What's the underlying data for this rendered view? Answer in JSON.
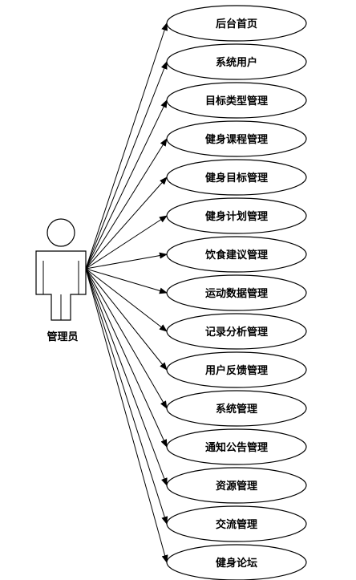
{
  "actor": {
    "label": "管理员",
    "icon": "person-icon"
  },
  "use_cases": [
    {
      "label": "后台首页"
    },
    {
      "label": "系统用户"
    },
    {
      "label": "目标类型管理"
    },
    {
      "label": "健身课程管理"
    },
    {
      "label": "健身目标管理"
    },
    {
      "label": "健身计划管理"
    },
    {
      "label": "饮食建议管理"
    },
    {
      "label": "运动数据管理"
    },
    {
      "label": "记录分析管理"
    },
    {
      "label": "用户反馈管理"
    },
    {
      "label": "系统管理"
    },
    {
      "label": "通知公告管理"
    },
    {
      "label": "资源管理"
    },
    {
      "label": "交流管理"
    },
    {
      "label": "健身论坛"
    }
  ]
}
